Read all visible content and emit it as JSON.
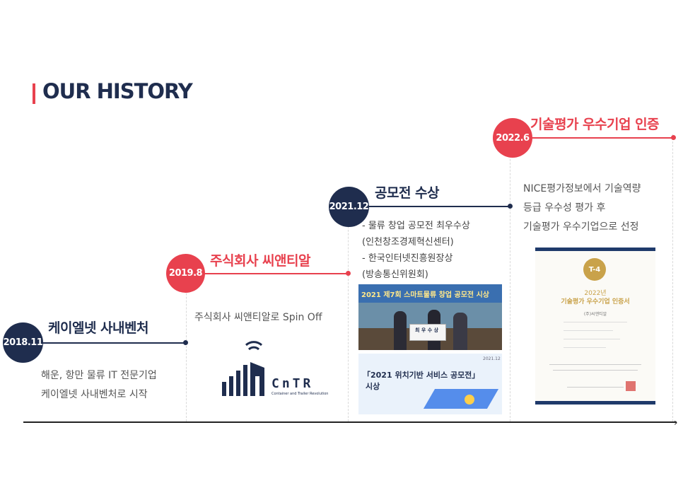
{
  "page": {
    "title": "OUR HISTORY"
  },
  "milestones": [
    {
      "date": "2018.11",
      "heading": "케이엘넷 사내벤처",
      "lines": [
        "해운, 항만 물류 IT 전문기업",
        "케이엘넷 사내벤처로 시작"
      ]
    },
    {
      "date": "2019.8",
      "heading": "주식회사 씨앤티알",
      "lines": [
        "주식회사 씨앤티알로 Spin Off"
      ],
      "logo": {
        "name": "CnTR",
        "tagline": "Container and Trailer Revolution"
      }
    },
    {
      "date": "2021.12",
      "heading": "공모전 수상",
      "lines": [
        "- 물류 창업 공모전 최우수상",
        "(인천창조경제혁신센터)",
        "-  한국인터넷진흥원장상",
        "(방송통신위원회)"
      ],
      "photo": {
        "banner": "2021 제7회 스마트물류 창업 공모전 시상",
        "sign": "최 우 수 상"
      },
      "poster": {
        "title": "「2021 위치기반 서비스 공모전」",
        "subtitle": "시상",
        "year": "2021.12"
      }
    },
    {
      "date": "2022.6",
      "heading": "기술평가 우수기업 인증",
      "lines": [
        "NICE평가정보에서 기술역량",
        "등급 우수성 평가 후",
        "기술평가 우수기업으로 선정"
      ],
      "certificate": {
        "badge": "T-4",
        "year": "2022년",
        "title": "기술평가 우수기업 인증서",
        "company": "(주)씨앤티알"
      }
    }
  ],
  "colors": {
    "navy": "#1f2d4e",
    "red": "#e8414e"
  }
}
